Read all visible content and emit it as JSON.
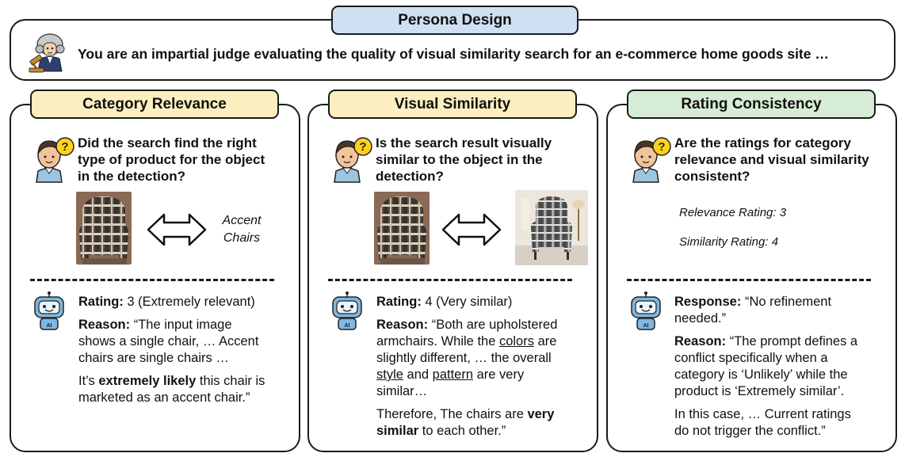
{
  "persona": {
    "title": "Persona Design",
    "text": "You are an impartial judge evaluating the quality of visual similarity search for an e-commerce home goods site …"
  },
  "panels": [
    {
      "title": "Category Relevance",
      "question": [
        "Did the search find the right",
        "type of product for the object",
        "in the detection?"
      ],
      "target_label": [
        "Accent",
        "Chairs"
      ],
      "rating_label": "Rating:",
      "rating_value": " 3 (Extremely relevant)",
      "reason_label": "Reason:",
      "reason_lines": [
        " “The input image",
        "shows a single chair, … Accent",
        "chairs are single chairs …"
      ],
      "extra_pre": "It’s ",
      "extra_bold": "extremely likely",
      "extra_post1": " this chair is",
      "extra_post2": "marketed as an accent chair.”"
    },
    {
      "title": "Visual Similarity",
      "question": [
        "Is the search result visually",
        "similar to the object in the",
        "detection?"
      ],
      "rating_label": "Rating:",
      "rating_value": " 4 (Very similar)",
      "reason_label": "Reason:",
      "r1": " “Both are upholstered",
      "r2a": "armchairs. While the ",
      "r2u": "colors",
      "r2b": " are",
      "r3": "slightly different, … the overall",
      "r4u1": "style",
      "r4m": " and ",
      "r4u2": "pattern",
      "r4b": " are very",
      "r5": "similar…",
      "t1a": "Therefore, The chairs are ",
      "t1b": "very",
      "t2a": "similar",
      "t2b": " to each other.”"
    },
    {
      "title": "Rating Consistency",
      "question": [
        "Are the ratings for category",
        "relevance and visual similarity",
        "consistent?"
      ],
      "note1": "Relevance Rating: 3",
      "note2": "Similarity Rating: 4",
      "response_label": "Response:",
      "response_l1": " “No refinement",
      "response_l2": "needed.”",
      "reason_label": "Reason:",
      "reason_lines": [
        " “The prompt defines a",
        "conflict specifically when a",
        "category is ‘Unlikely’ while the",
        "product is ‘Extremely similar’."
      ],
      "extra_lines": [
        "In this case, … Current ratings",
        "do not trigger the conflict.”"
      ]
    }
  ],
  "colors": {
    "persona_tag": "#cfe0f3",
    "relevance_tag": "#fdeec0",
    "similarity_tag": "#fdeec0",
    "consistency_tag": "#d7ecd4"
  }
}
